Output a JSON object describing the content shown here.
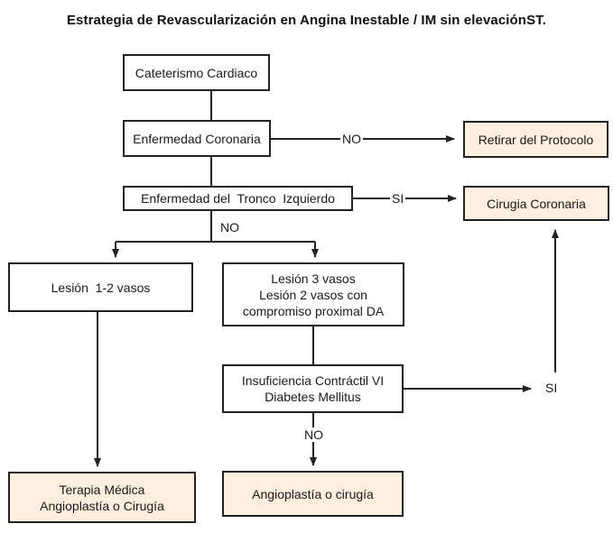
{
  "title": "Estrategia de Revascularización  en Angina Inestable / IM sin elevaciónST.",
  "nodes": {
    "cateterismo": "Cateterismo Cardiaco",
    "enfermedad_coronaria": "Enfermedad Coronaria",
    "retirar": "Retirar del Protocolo",
    "tronco": "Enfermedad del  Tronco  Izquierdo",
    "cirugia_coronaria": "Cirugia Coronaria",
    "lesion_1_2": "Lesión  1-2 vasos",
    "lesion_3": "Lesión 3 vasos\nLesión 2 vasos con\ncompromiso proximal DA",
    "insuficiencia": "Insuficiencia Contráctil VI\nDiabetes Mellitus",
    "terapia": "Terapia Médica\nAngioplastía o Cirugía",
    "angioplastia": "Angioplastía o cirugía"
  },
  "edge_labels": {
    "no_coronaria": "NO",
    "si_tronco": "SI",
    "no_tronco": "NO",
    "si_insuficiencia": "SI",
    "no_insuficiencia": "NO"
  },
  "colors": {
    "outcome_fill": "#fdeedd",
    "line": "#222222"
  }
}
